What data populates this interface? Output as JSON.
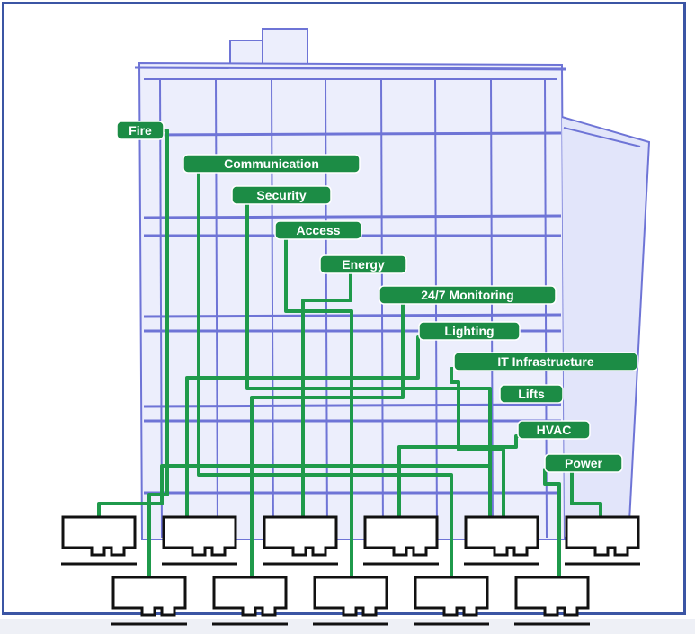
{
  "diagram": {
    "colors": {
      "frame": "#3b55a4",
      "building": "#6e74d6",
      "building_fill": "#eceefc",
      "line": "#1f9a4b",
      "label_bg": "#1c8c45",
      "terminal": "#111111"
    },
    "systems": [
      {
        "id": "fire",
        "label": "Fire"
      },
      {
        "id": "communication",
        "label": "Communication"
      },
      {
        "id": "security",
        "label": "Security"
      },
      {
        "id": "access",
        "label": "Access"
      },
      {
        "id": "energy",
        "label": "Energy"
      },
      {
        "id": "monitoring",
        "label": "24/7 Monitoring"
      },
      {
        "id": "lighting",
        "label": "Lighting"
      },
      {
        "id": "it",
        "label": "IT Infrastructure"
      },
      {
        "id": "lifts",
        "label": "Lifts"
      },
      {
        "id": "hvac",
        "label": "HVAC"
      },
      {
        "id": "power",
        "label": "Power"
      }
    ],
    "terminals_top_row": 6,
    "terminals_bottom_row": 5
  }
}
